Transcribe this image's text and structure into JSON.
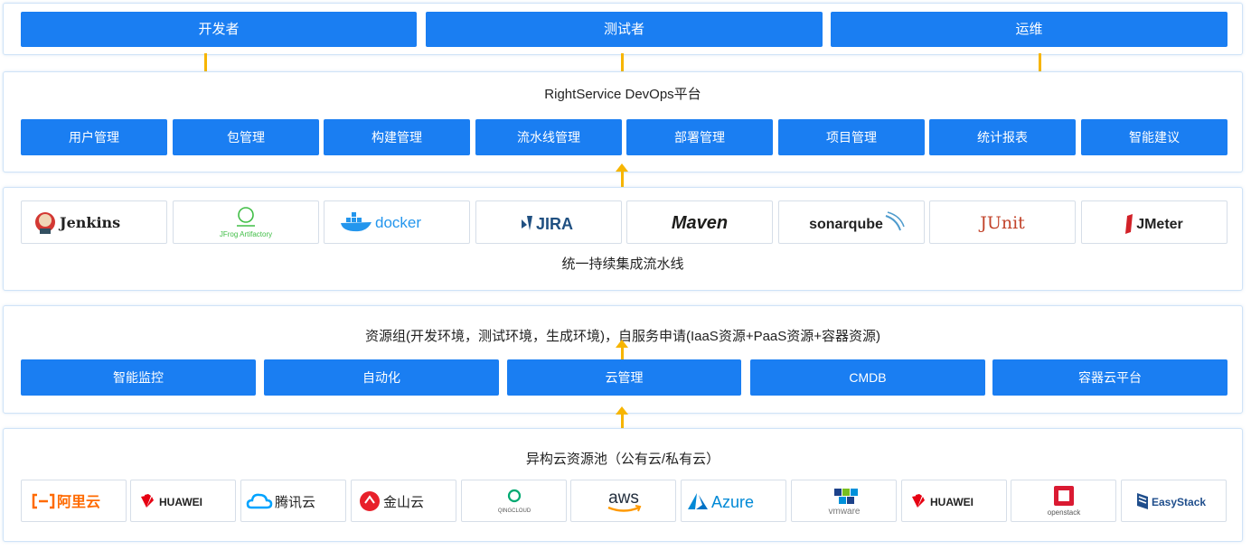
{
  "roles": [
    "开发者",
    "测试者",
    "运维"
  ],
  "platform": {
    "title": "RightService DevOps平台",
    "modules": [
      "用户管理",
      "包管理",
      "构建管理",
      "流水线管理",
      "部署管理",
      "项目管理",
      "统计报表",
      "智能建议"
    ]
  },
  "pipeline": {
    "title": "统一持续集成流水线",
    "tools": [
      {
        "icon": "jenkins-logo",
        "text": "Jenkins"
      },
      {
        "icon": "jfrog-logo",
        "text": "JFrog Artifactory"
      },
      {
        "icon": "docker-logo",
        "text": "docker"
      },
      {
        "icon": "jira-logo",
        "text": "JIRA"
      },
      {
        "icon": "maven-logo",
        "text": "Maven"
      },
      {
        "icon": "sonarqube-logo",
        "text": "sonarqube"
      },
      {
        "icon": "junit-logo",
        "text": "JUnit"
      },
      {
        "icon": "jmeter-logo",
        "text": "JMeter"
      }
    ]
  },
  "resources": {
    "title": "资源组(开发环境，测试环境，生成环境)，自服务申请(IaaS资源+PaaS资源+容器资源)",
    "modules": [
      "智能监控",
      "自动化",
      "云管理",
      "CMDB",
      "容器云平台"
    ]
  },
  "cloud_pool": {
    "title": "异构云资源池（公有云/私有云）",
    "providers": [
      {
        "icon": "aliyun-logo",
        "text": "阿里云"
      },
      {
        "icon": "huawei-logo",
        "text": "HUAWEI"
      },
      {
        "icon": "tencent-cloud-logo",
        "text": "腾讯云"
      },
      {
        "icon": "kingsoft-cloud-logo",
        "text": "金山云"
      },
      {
        "icon": "qingcloud-logo",
        "text": "QINGCLOUD"
      },
      {
        "icon": "aws-logo",
        "text": "aws"
      },
      {
        "icon": "azure-logo",
        "text": "Azure"
      },
      {
        "icon": "vmware-logo",
        "text": "vmware"
      },
      {
        "icon": "huawei-logo",
        "text": "HUAWEI"
      },
      {
        "icon": "openstack-logo",
        "text": "openstack"
      },
      {
        "icon": "easystack-logo",
        "text": "EasyStack"
      }
    ]
  },
  "colors": {
    "accent": "#1a7ef2",
    "arrow": "#f7b500",
    "border": "#cfe3f7"
  }
}
